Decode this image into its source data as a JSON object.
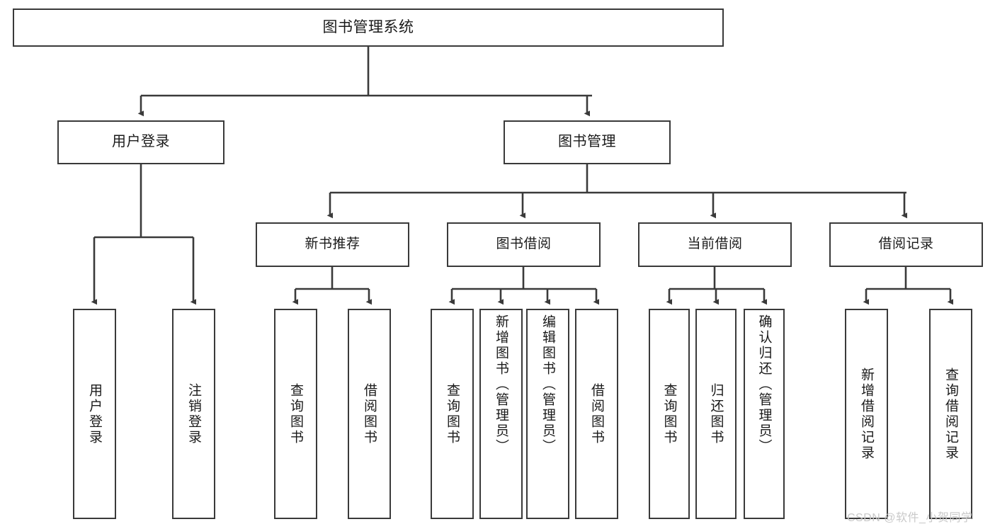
{
  "diagram": {
    "type": "hierarchy-tree",
    "title": "图书管理系统",
    "watermark": "CSDN @软件_小贺同学",
    "colors": {
      "node_border": "#3a3a3a",
      "node_fill": "#ffffff",
      "edge": "#3a3a3a",
      "text": "#1a1a1a",
      "background": "#ffffff",
      "watermark": "#c9c9c9"
    },
    "nodes": {
      "root": {
        "label": "图书管理系统"
      },
      "level2": [
        {
          "id": "user-login",
          "label": "用户登录"
        },
        {
          "id": "book-management",
          "label": "图书管理"
        }
      ],
      "level3": [
        {
          "id": "new-book-recommend",
          "label": "新书推荐"
        },
        {
          "id": "book-borrow",
          "label": "图书借阅"
        },
        {
          "id": "current-borrow",
          "label": "当前借阅"
        },
        {
          "id": "borrow-record",
          "label": "借阅记录"
        }
      ],
      "leaves": {
        "user_login": [
          {
            "id": "leaf-user-login",
            "label": "用户登录"
          },
          {
            "id": "leaf-logout",
            "label": "注销登录"
          }
        ],
        "new_book_recommend": [
          {
            "id": "leaf-query-book-1",
            "label": "查询图书"
          },
          {
            "id": "leaf-borrow-book-1",
            "label": "借阅图书"
          }
        ],
        "book_borrow": [
          {
            "id": "leaf-query-book-2",
            "label": "查询图书"
          },
          {
            "id": "leaf-add-book",
            "label": "新增图书（管理员）"
          },
          {
            "id": "leaf-edit-book",
            "label": "编辑图书（管理员）"
          },
          {
            "id": "leaf-borrow-book-2",
            "label": "借阅图书"
          }
        ],
        "current_borrow": [
          {
            "id": "leaf-query-book-3",
            "label": "查询图书"
          },
          {
            "id": "leaf-return-book",
            "label": "归还图书"
          },
          {
            "id": "leaf-confirm-return",
            "label": "确认归还（管理员）"
          }
        ],
        "borrow_record": [
          {
            "id": "leaf-add-record",
            "label": "新增借阅记录"
          },
          {
            "id": "leaf-query-record",
            "label": "查询借阅记录"
          }
        ]
      }
    }
  }
}
